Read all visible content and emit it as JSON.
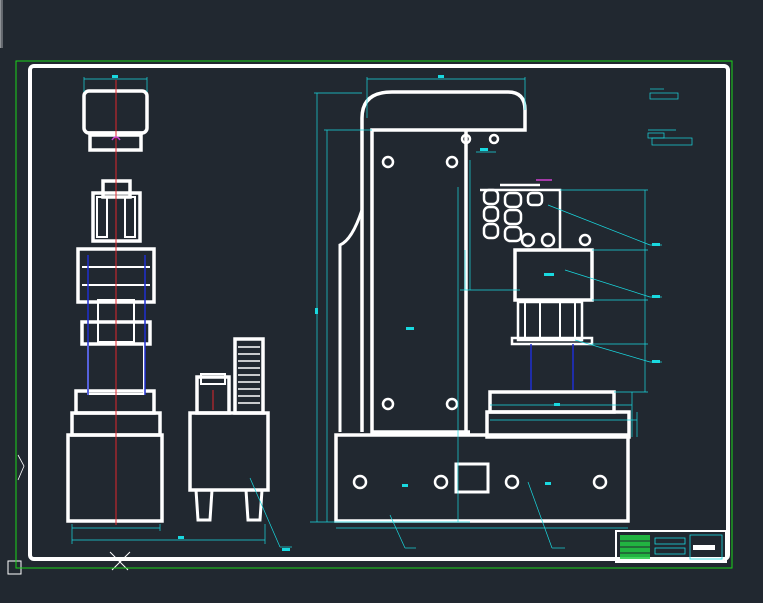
{
  "viewport": {
    "background": "#212830"
  },
  "colors": {
    "outline": "#ffffff",
    "dimension": "#19d9e0",
    "centerline": "#e0262c",
    "hydraulic_line": "#1f2fd0",
    "sheet_border": "#1ad31a",
    "title_fill": "#22cc44",
    "highlight": "#d040d0"
  },
  "views": [
    "front-view",
    "hydraulic-unit",
    "side-view"
  ],
  "annotations": {
    "side_label_1": "",
    "side_label_2": "",
    "base_label_1": "",
    "base_label_2": ""
  },
  "title_block": {
    "drawing_name": "",
    "drawing_number": ""
  }
}
